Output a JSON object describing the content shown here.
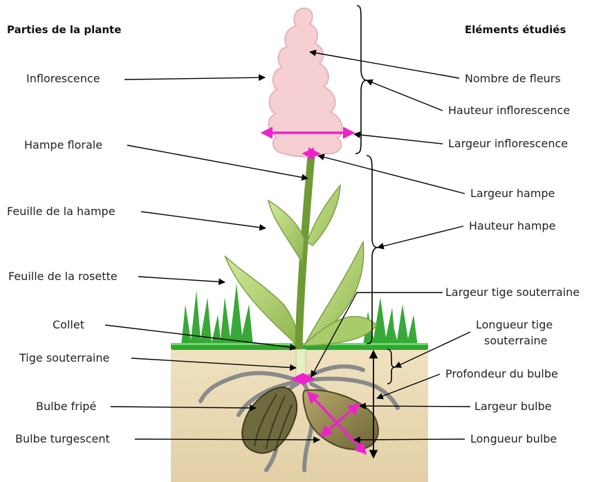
{
  "headers": {
    "left": "Parties de la plante",
    "right": "Eléments étudiés"
  },
  "left_labels": [
    "Inflorescence",
    "Hampe florale",
    "Feuille de la hampe",
    "Feuille de la rosette",
    "Collet",
    "Tige souterraine",
    "Bulbe fripé",
    "Bulbe turgescent"
  ],
  "right_labels": [
    "Nombre de fleurs",
    "Hauteur inflorescence",
    "Largeur inflorescence",
    "Largeur hampe",
    "Hauteur hampe",
    "Largeur tige souterraine",
    "Longueur tige",
    "souterraine",
    "Profondeur du bulbe",
    "Largeur bulbe",
    "Longueur bulbe"
  ],
  "colors": {
    "measure": "#ee22cc",
    "stem": "#6f9a35",
    "leaf": "#b6d77a",
    "soil": "#e8d7b0",
    "ground": "#2fa82f",
    "flower": "#f6cfd3"
  }
}
